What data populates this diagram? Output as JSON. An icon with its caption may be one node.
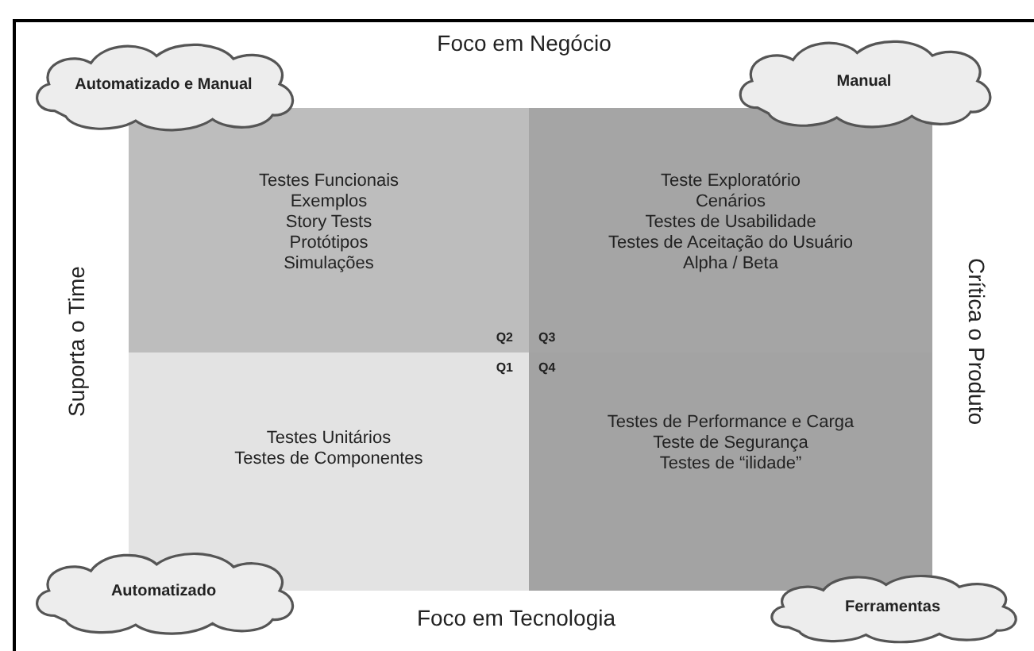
{
  "diagram": {
    "nodes": [
      {
        "text": [
          "Automatizado e Manual"
        ]
      },
      {
        "text": [
          "Manual"
        ]
      },
      {
        "text": [
          "Testes Funcionais",
          "Exemplos",
          "Story Tests",
          "Protótipos",
          "Simulações",
          "Q2"
        ]
      },
      {
        "text": [
          "Teste Exploratório",
          "Cenários",
          "Testes de Usabilidade",
          "Testes de Aceitação do Usuário",
          "Alpha / Beta",
          "Q3"
        ]
      },
      {
        "text": [
          "Testes Unitários",
          "Testes de Componentes",
          "Q1"
        ]
      },
      {
        "text": [
          "Testes de Performance e Carga",
          "Teste de Segurança",
          "Testes de “ilidade”",
          "Q4"
        ]
      },
      {
        "text": [
          "Automatizado"
        ]
      },
      {
        "text": [
          "Ferramentas"
        ]
      }
    ],
    "labels": [
      "Foco em Negócio",
      "Suporta o Time",
      "Crítica o Produto",
      "Foco em Tecnologia"
    ]
  }
}
